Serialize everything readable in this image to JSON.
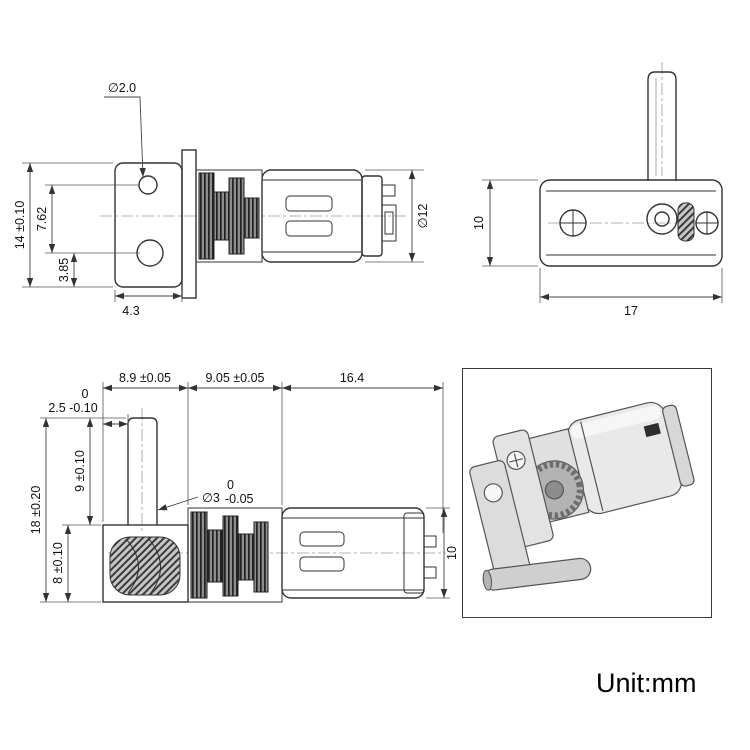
{
  "unit_label": "Unit:mm",
  "side_view": {
    "hole_diameter": "∅2.0",
    "bracket_height": "14 ±0.10",
    "hole_spacing": "7.62",
    "hole_to_edge": "3.85",
    "bracket_width": "4.3",
    "motor_diameter": "∅12"
  },
  "top_view": {
    "body_width": "10",
    "body_length": "17"
  },
  "front_view": {
    "offset_upper_tol": "0",
    "offset_value": "2.5 -0.10",
    "dim_bracket_span": "8.9 ±0.05",
    "dim_gearbox_span": "9.05 ±0.05",
    "dim_motor_span": "16.4",
    "shaft_length": "9 ±0.10",
    "overall_height": "18 ±0.20",
    "worm_section_height": "8 ±0.10",
    "shaft_diameter": "∅3",
    "shaft_dia_upper_tol": "0",
    "shaft_dia_lower_tol": "-0.05",
    "motor_height": "10"
  }
}
